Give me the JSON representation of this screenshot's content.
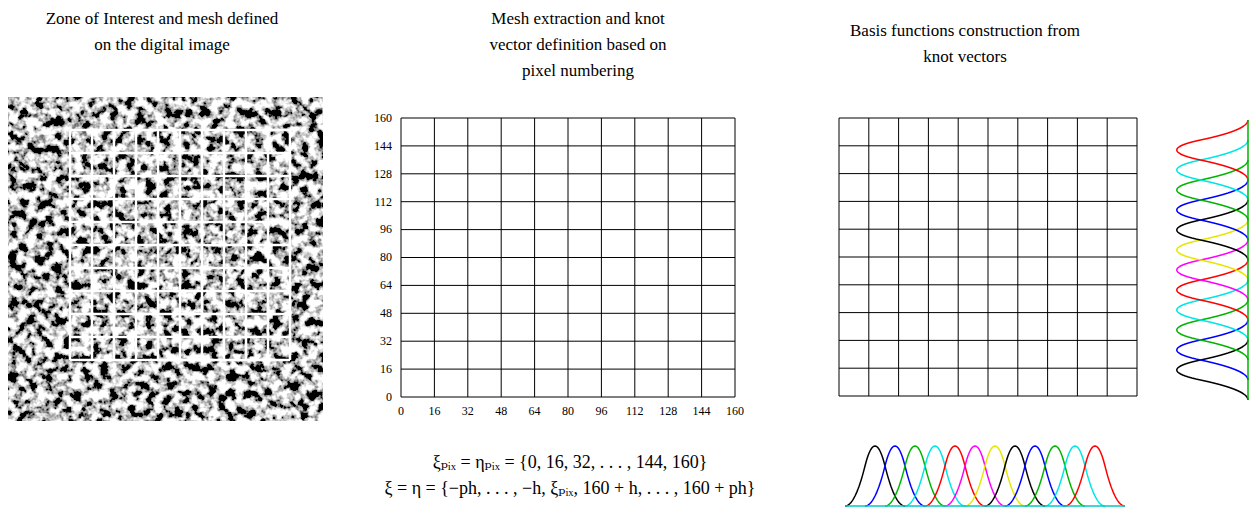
{
  "diagram": {
    "labels": [
      "Zone of Interest and mesh defined on the digital image",
      "Mesh extraction and knot vector definition based on pixel numbering",
      "Basis functions construction from knot vectors",
      "160",
      "144",
      "128",
      "112",
      "96",
      "80",
      "64",
      "48",
      "32",
      "16",
      "0",
      "0",
      "16",
      "32",
      "48",
      "64",
      "80",
      "96",
      "112",
      "128",
      "144",
      "160",
      "ξₚᵢₓ = ηₚᵢₓ = {0, 16, 32, . . . , 144, 160}",
      "ξ = η = {−ph, . . . , −h, ξₚᵢₓ, 160 + h, . . . , 160 + ph}"
    ]
  }
}
